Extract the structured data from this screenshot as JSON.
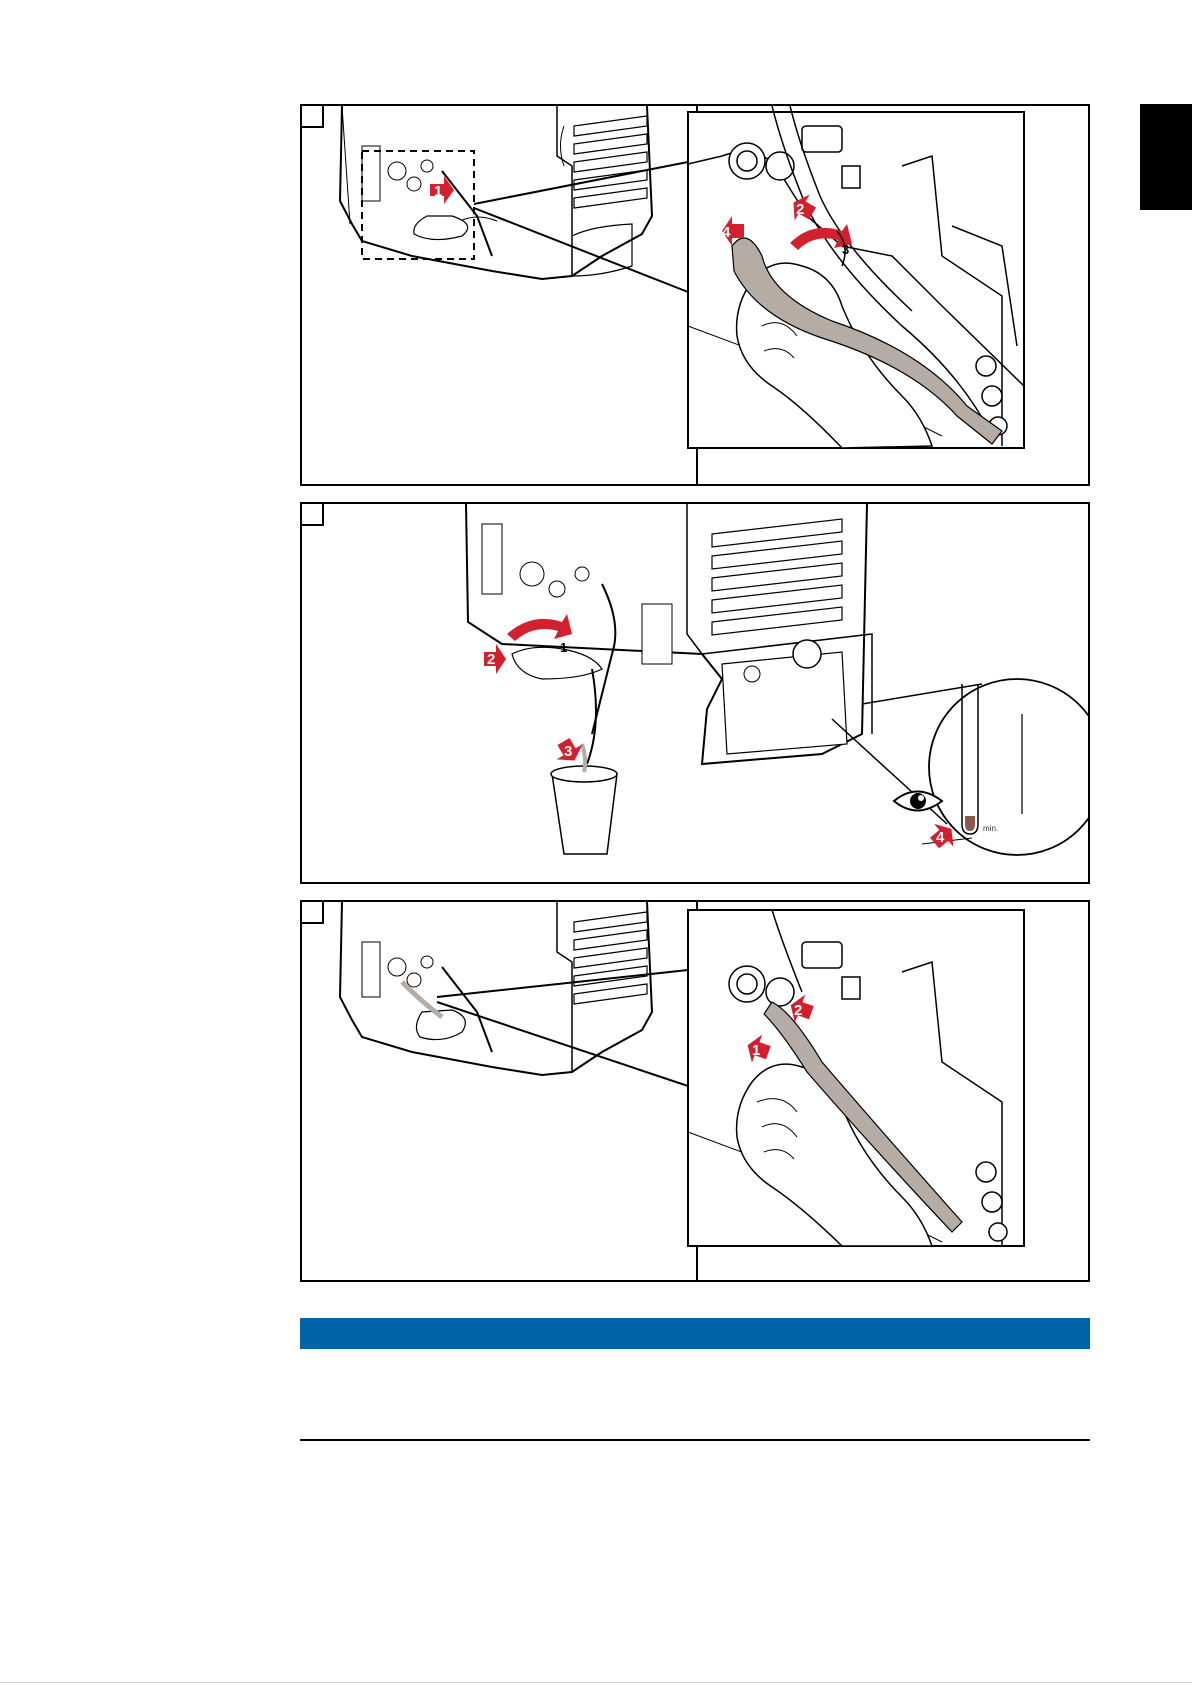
{
  "figure1": {
    "callouts": {
      "c1": "1",
      "c2": "2",
      "c3": "3",
      "c4": "4"
    }
  },
  "figure2": {
    "callouts": {
      "c1": "1",
      "c2": "2",
      "c3": "3",
      "c4": "4"
    },
    "gauge_label": "min."
  },
  "figure3": {
    "callouts": {
      "c1": "1",
      "c2": "2"
    }
  },
  "colors": {
    "note_bar": "#0065a8",
    "callout": "#d3202e",
    "hose": "#b5aca6"
  }
}
